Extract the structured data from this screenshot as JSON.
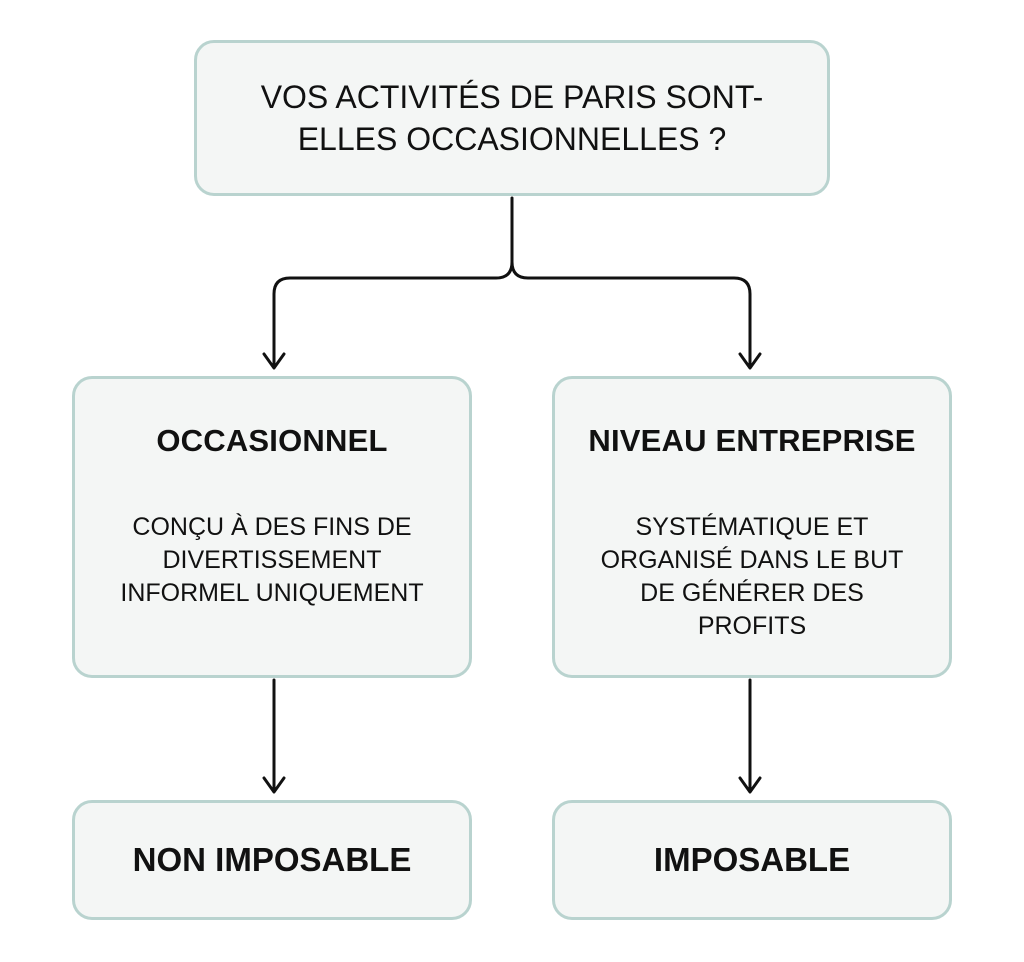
{
  "diagram": {
    "question": "VOS ACTIVITÉS DE PARIS SONT-\nELLES OCCASIONNELLES ?",
    "branches": [
      {
        "title": "OCCASIONNEL",
        "description": "CONÇU À DES FINS DE\nDIVERTISSEMENT\nINFORMEL UNIQUEMENT",
        "result": "NON IMPOSABLE"
      },
      {
        "title": "NIVEAU ENTREPRISE",
        "description": "SYSTÉMATIQUE ET\nORGANISÉ DANS LE BUT\nDE GÉNÉRER DES\nPROFITS",
        "result": "IMPOSABLE"
      }
    ]
  },
  "colors": {
    "box_fill": "#f4f6f5",
    "box_border": "#b9d3cf",
    "connector": "#111111"
  }
}
